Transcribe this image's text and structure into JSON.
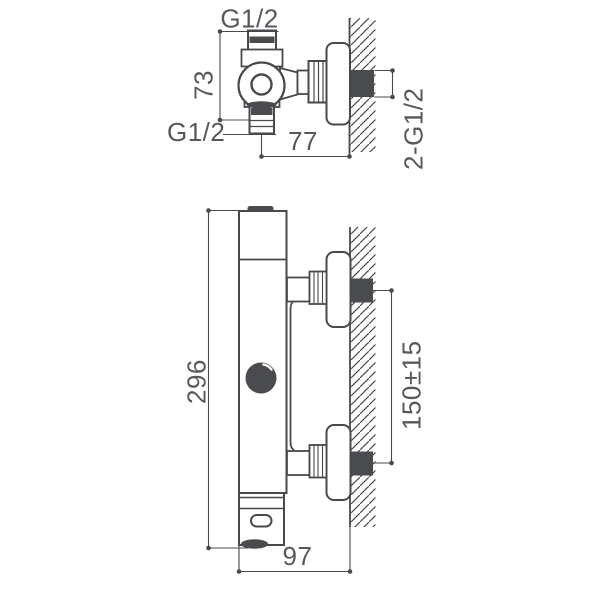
{
  "drawing": {
    "title": "Wall-mounted shower mixer installation drawing",
    "colors": {
      "line": "#48494d",
      "dark_fill": "#4a4b4f",
      "text": "#57585c",
      "background": "#ffffff"
    },
    "top_view": {
      "dims": {
        "top_thread": "G1/2",
        "port_spacing": "73",
        "bottom_thread": "G1/2",
        "wall_offset": "77",
        "wall_threads": "2-G1/2"
      }
    },
    "front_view": {
      "dims": {
        "overall_height": "296",
        "inlet_spacing": "150±15",
        "overall_depth": "97"
      }
    }
  }
}
